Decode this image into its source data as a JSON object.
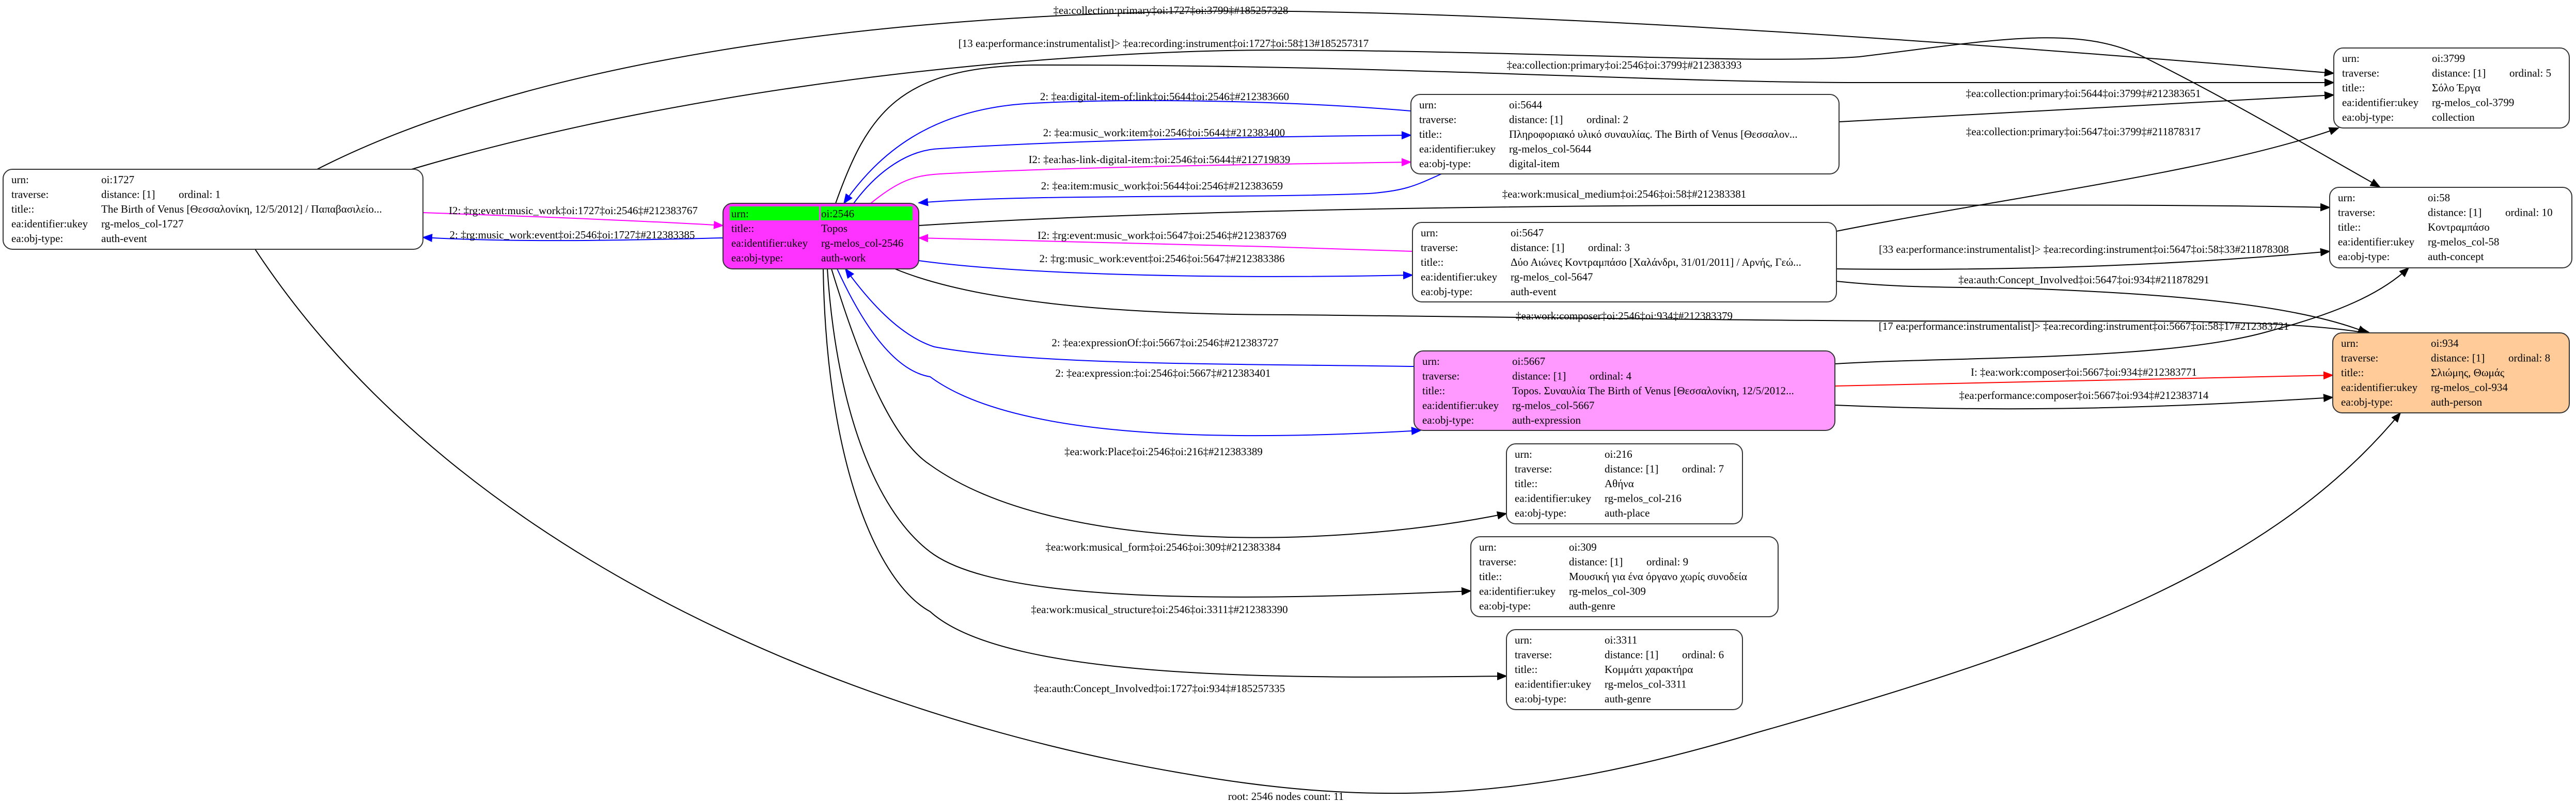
{
  "field_labels": {
    "urn": "urn:",
    "traverse": "traverse:",
    "title": "title::",
    "ukey": "ea:identifier:ukey",
    "obj_type": "ea:obj-type:"
  },
  "colors": {
    "root_fill": "#ff33ff",
    "root_urn_highlight": "#00ff00",
    "expression_fill": "#ff99ff",
    "person_fill": "#ffcc99",
    "default_fill": "#ffffff",
    "edge_black": "#000000",
    "edge_blue": "#0000ff",
    "edge_magenta": "#ff00ff",
    "edge_red": "#ff0000"
  },
  "nodes": [
    {
      "id": "1727",
      "urn": "oi:1727",
      "distance": "distance: [1]",
      "ordinal": "ordinal: 1",
      "title": "The Birth of Venus [Θεσσαλονίκη, 12/5/2012] / Παπαβασιλείο...",
      "ukey": "rg-melos_col-1727",
      "obj_type": "auth-event"
    },
    {
      "id": "2546",
      "urn": "oi:2546",
      "title": "Topos",
      "ukey": "rg-melos_col-2546",
      "obj_type": "auth-work"
    },
    {
      "id": "5644",
      "urn": "oi:5644",
      "distance": "distance: [1]",
      "ordinal": "ordinal: 2",
      "title": "Πληροφοριακό υλικό συναυλίας. The Birth of Venus [Θεσσαλον...",
      "ukey": "rg-melos_col-5644",
      "obj_type": "digital-item"
    },
    {
      "id": "5647",
      "urn": "oi:5647",
      "distance": "distance: [1]",
      "ordinal": "ordinal: 3",
      "title": "Δύο Αιώνες Κοντραμπάσο [Χαλάνδρι, 31/01/2011] / Αρνής, Γεώ...",
      "ukey": "rg-melos_col-5647",
      "obj_type": "auth-event"
    },
    {
      "id": "5667",
      "urn": "oi:5667",
      "distance": "distance: [1]",
      "ordinal": "ordinal: 4",
      "title": "Topos. Συναυλία The Birth of Venus [Θεσσαλονίκη, 12/5/2012...",
      "ukey": "rg-melos_col-5667",
      "obj_type": "auth-expression"
    },
    {
      "id": "216",
      "urn": "oi:216",
      "distance": "distance: [1]",
      "ordinal": "ordinal: 7",
      "title": "Αθήνα",
      "ukey": "rg-melos_col-216",
      "obj_type": "auth-place"
    },
    {
      "id": "309",
      "urn": "oi:309",
      "distance": "distance: [1]",
      "ordinal": "ordinal: 9",
      "title": "Μουσική για ένα όργανο χωρίς συνοδεία",
      "ukey": "rg-melos_col-309",
      "obj_type": "auth-genre"
    },
    {
      "id": "3311",
      "urn": "oi:3311",
      "distance": "distance: [1]",
      "ordinal": "ordinal: 6",
      "title": "Κομμάτι χαρακτήρα",
      "ukey": "rg-melos_col-3311",
      "obj_type": "auth-genre"
    },
    {
      "id": "3799",
      "urn": "oi:3799",
      "distance": "distance: [1]",
      "ordinal": "ordinal: 5",
      "title": "Σόλο Έργα",
      "ukey": "rg-melos_col-3799",
      "obj_type": "collection"
    },
    {
      "id": "58",
      "urn": "oi:58",
      "distance": "distance: [1]",
      "ordinal": "ordinal: 10",
      "title": "Κοντραμπάσο",
      "ukey": "rg-melos_col-58",
      "obj_type": "auth-concept"
    },
    {
      "id": "934",
      "urn": "oi:934",
      "distance": "distance: [1]",
      "ordinal": "ordinal: 8",
      "title": "Σλιώμης, Θωμάς",
      "ukey": "rg-melos_col-934",
      "obj_type": "auth-person"
    }
  ],
  "edges": [
    {
      "from": "1727",
      "to": "3799",
      "color": "black",
      "label": "‡ea:collection:primary‡oi:1727‡oi:3799‡#185257328"
    },
    {
      "from": "1727",
      "to": "58",
      "color": "black",
      "label": "[13 ea:performance:instrumentalist]> ‡ea:recording:instrument‡oi:1727‡oi:58‡13#185257317"
    },
    {
      "from": "2546",
      "to": "3799",
      "color": "black",
      "label": "‡ea:collection:primary‡oi:2546‡oi:3799‡#212383393"
    },
    {
      "from": "5644",
      "to": "2546",
      "color": "blue",
      "label": "2: ‡ea:digital-item-of:link‡oi:5644‡oi:2546‡#212383660"
    },
    {
      "from": "2546",
      "to": "5644",
      "color": "blue",
      "label": "2: ‡ea:music_work:item‡oi:2546‡oi:5644‡#212383400"
    },
    {
      "from": "2546",
      "to": "5644",
      "color": "magenta",
      "label": "I2: ‡ea:has-link-digital-item:‡oi:2546‡oi:5644‡#212719839"
    },
    {
      "from": "5644",
      "to": "2546",
      "color": "blue",
      "label": "2: ‡ea:item:music_work‡oi:5644‡oi:2546‡#212383659"
    },
    {
      "from": "2546",
      "to": "58",
      "color": "black",
      "label": "‡ea:work:musical_medium‡oi:2546‡oi:58‡#212383381"
    },
    {
      "from": "5647",
      "to": "2546",
      "color": "magenta",
      "label": "I2: ‡rg:event:music_work‡oi:5647‡oi:2546‡#212383769"
    },
    {
      "from": "2546",
      "to": "5647",
      "color": "blue",
      "label": "2: ‡rg:music_work:event‡oi:2546‡oi:5647‡#212383386"
    },
    {
      "from": "2546",
      "to": "934",
      "color": "black",
      "label": "‡ea:work:composer‡oi:2546‡oi:934‡#212383379"
    },
    {
      "from": "5667",
      "to": "2546",
      "color": "blue",
      "label": "2: ‡ea:expressionOf:‡oi:5667‡oi:2546‡#212383727"
    },
    {
      "from": "2546",
      "to": "5667",
      "color": "blue",
      "label": "2: ‡ea:expression:‡oi:2546‡oi:5667‡#212383401"
    },
    {
      "from": "2546",
      "to": "216",
      "color": "black",
      "label": "‡ea:work:Place‡oi:2546‡oi:216‡#212383389"
    },
    {
      "from": "2546",
      "to": "309",
      "color": "black",
      "label": "‡ea:work:musical_form‡oi:2546‡oi:309‡#212383384"
    },
    {
      "from": "2546",
      "to": "3311",
      "color": "black",
      "label": "‡ea:work:musical_structure‡oi:2546‡oi:3311‡#212383390"
    },
    {
      "from": "1727",
      "to": "934",
      "color": "black",
      "label": "‡ea:auth:Concept_Involved‡oi:1727‡oi:934‡#185257335"
    },
    {
      "from": "1727",
      "to": "2546",
      "color": "magenta",
      "label": "I2: ‡rg:event:music_work‡oi:1727‡oi:2546‡#212383767"
    },
    {
      "from": "2546",
      "to": "1727",
      "color": "blue",
      "label": "2: ‡rg:music_work:event‡oi:2546‡oi:1727‡#212383385"
    },
    {
      "from": "5644",
      "to": "3799",
      "color": "black",
      "label": "‡ea:collection:primary‡oi:5644‡oi:3799‡#212383651"
    },
    {
      "from": "5647",
      "to": "3799",
      "color": "black",
      "label": "‡ea:collection:primary‡oi:5647‡oi:3799‡#211878317"
    },
    {
      "from": "5647",
      "to": "58",
      "color": "black",
      "label": "[33 ea:performance:instrumentalist]> ‡ea:recording:instrument‡oi:5647‡oi:58‡33#211878308"
    },
    {
      "from": "5647",
      "to": "934",
      "color": "black",
      "label": "‡ea:auth:Concept_Involved‡oi:5647‡oi:934‡#211878291"
    },
    {
      "from": "5667",
      "to": "58",
      "color": "black",
      "label": "[17 ea:performance:instrumentalist]> ‡ea:recording:instrument‡oi:5667‡oi:58‡17#212383721"
    },
    {
      "from": "5667",
      "to": "934",
      "color": "red",
      "label": "I: ‡ea:work:composer‡oi:5667‡oi:934‡#212383771"
    },
    {
      "from": "5667",
      "to": "934",
      "color": "black",
      "label": "‡ea:performance:composer‡oi:5667‡oi:934‡#212383714"
    }
  ],
  "footer": "root: 2546 nodes count: 11"
}
